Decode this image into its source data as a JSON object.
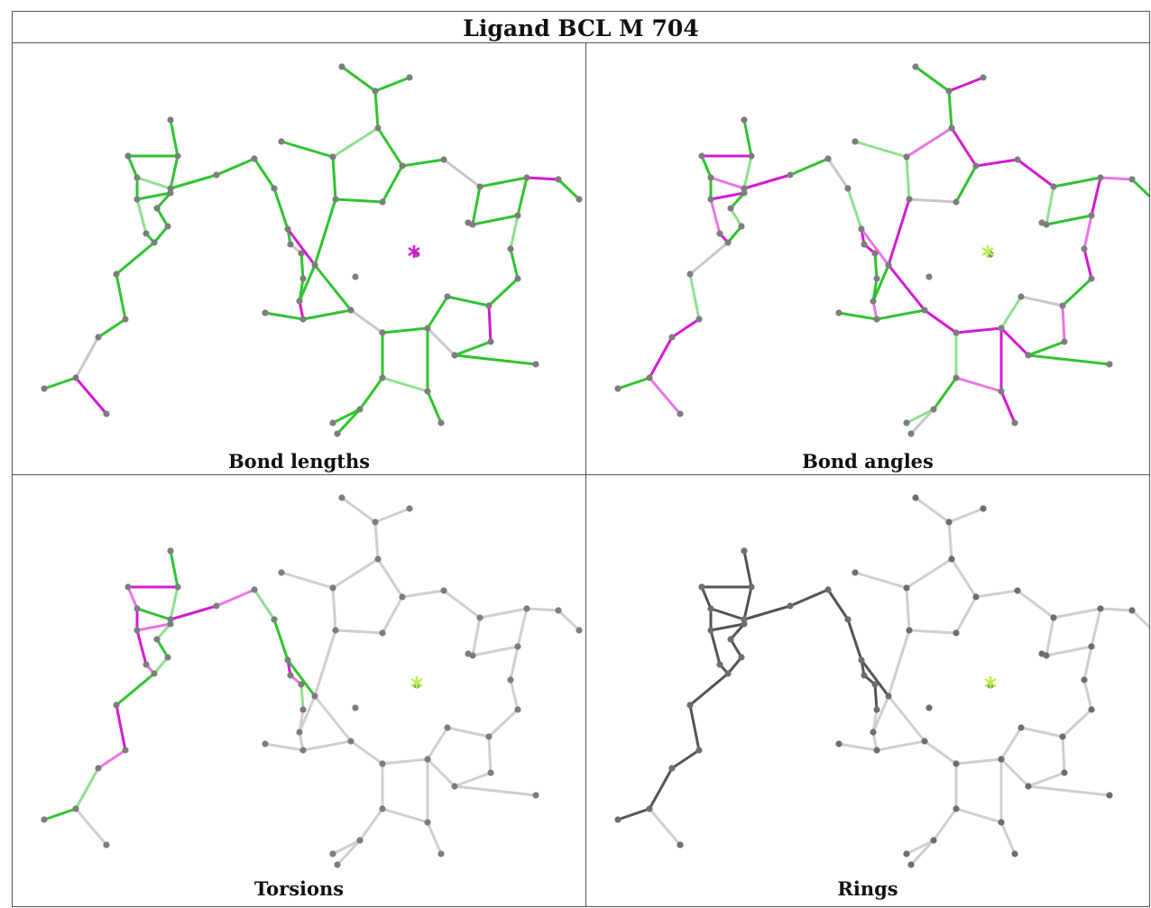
{
  "title": "Ligand BCL M 704",
  "panels": [
    {
      "caption": "Bond lengths"
    },
    {
      "caption": "Bond angles"
    },
    {
      "caption": "Torsions"
    },
    {
      "caption": "Rings"
    }
  ],
  "colors": {
    "green": "#2fc42f",
    "light_green": "#8fe08f",
    "magenta": "#d41ad4",
    "light_magenta": "#e876e8",
    "grey": "#8a8a8a",
    "light_grey": "#cfcfcf",
    "dark_grey": "#555555",
    "lime": "#b8f050"
  }
}
